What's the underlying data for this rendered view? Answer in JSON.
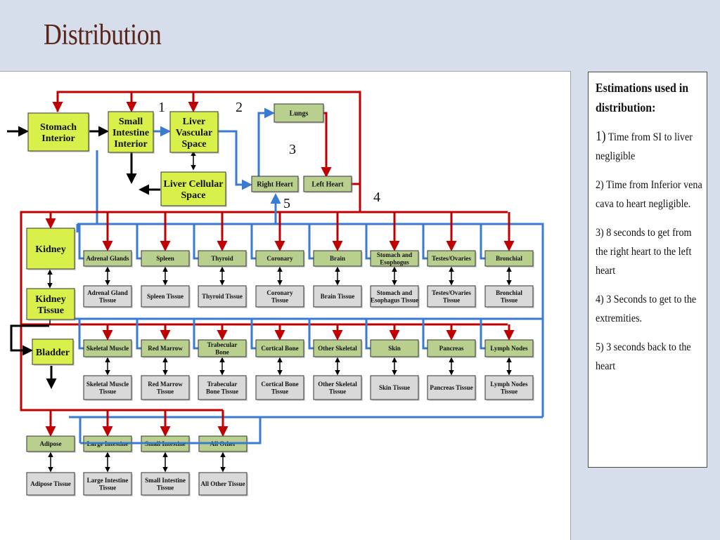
{
  "title": "Distribution",
  "notes": {
    "heading": "Estimations used in distribution:",
    "items": [
      {
        "num": "1)",
        "text": " Time from SI to liver negligible"
      },
      {
        "num": "2)",
        "text": " Time from Inferior vena cava to heart negligible."
      },
      {
        "num": "3)",
        "text": "  8 seconds to get from the right heart to the left heart"
      },
      {
        "num": "4)",
        "text": "  3 Seconds to get to the extremities."
      },
      {
        "num": "5)",
        "text": " 3 seconds back to the heart"
      }
    ]
  },
  "markers": [
    "1",
    "2",
    "3",
    "4",
    "5"
  ],
  "nodes": {
    "stomach_interior": [
      "Stomach",
      "Interior"
    ],
    "small_intestine_interior": [
      "Small",
      "Intestine",
      "Interior"
    ],
    "liver_vascular": [
      "Liver",
      "Vascular",
      "Space"
    ],
    "liver_cellular": [
      "Liver Cellular",
      "Space"
    ],
    "lungs": [
      "Lungs"
    ],
    "right_heart": [
      "Right Heart"
    ],
    "left_heart": [
      "Left Heart"
    ],
    "kidney": [
      "Kidney"
    ],
    "kidney_tissue": [
      "Kidney",
      "Tissue"
    ],
    "bladder": [
      "Bladder"
    ]
  },
  "row1": [
    {
      "organ": [
        "Adrenal Glands"
      ],
      "tissue": [
        "Adrenal Gland",
        "Tissue"
      ]
    },
    {
      "organ": [
        "Spleen"
      ],
      "tissue": [
        "Spleen Tissue"
      ]
    },
    {
      "organ": [
        "Thyroid"
      ],
      "tissue": [
        "Thyroid Tissue"
      ]
    },
    {
      "organ": [
        "Coronary"
      ],
      "tissue": [
        "Coronary",
        "Tissue"
      ]
    },
    {
      "organ": [
        "Brain"
      ],
      "tissue": [
        "Brain Tissue"
      ]
    },
    {
      "organ": [
        "Stomach and",
        "Esophogus"
      ],
      "tissue": [
        "Stomach and",
        "Esophagus Tissue"
      ]
    },
    {
      "organ": [
        "Testes/Ovaries"
      ],
      "tissue": [
        "Testes/Ovaries",
        "Tissue"
      ]
    },
    {
      "organ": [
        "Bronchial"
      ],
      "tissue": [
        "Bronchial",
        "Tissue"
      ]
    }
  ],
  "row2": [
    {
      "organ": [
        "Skeletal Muscle"
      ],
      "tissue": [
        "Skeletal Muscle",
        "Tissue"
      ]
    },
    {
      "organ": [
        "Red Marrow"
      ],
      "tissue": [
        "Red Marrow",
        "Tissue"
      ]
    },
    {
      "organ": [
        "Trabecular",
        "Bone"
      ],
      "tissue": [
        "Trabecular",
        "Bone Tissue"
      ]
    },
    {
      "organ": [
        "Cortical Bone"
      ],
      "tissue": [
        "Cortical Bone",
        "Tissue"
      ]
    },
    {
      "organ": [
        "Other Skeletal"
      ],
      "tissue": [
        "Other Skeletal",
        "Tissue"
      ]
    },
    {
      "organ": [
        "Skin"
      ],
      "tissue": [
        "Skin Tissue"
      ]
    },
    {
      "organ": [
        "Pancreas"
      ],
      "tissue": [
        "Pancreas Tissue"
      ]
    },
    {
      "organ": [
        "Lymph Nodes"
      ],
      "tissue": [
        "Lymph Nodes",
        "Tissue"
      ]
    }
  ],
  "row3": [
    {
      "organ": [
        "Adipose"
      ],
      "tissue": [
        "Adipose Tissue"
      ]
    },
    {
      "organ": [
        "Large Intestine"
      ],
      "tissue": [
        "Large Intestine",
        "Tissue"
      ]
    },
    {
      "organ": [
        "Small Intestine"
      ],
      "tissue": [
        "Small Intestine",
        "Tissue"
      ]
    },
    {
      "organ": [
        "All Other"
      ],
      "tissue": [
        "All Other Tissue"
      ]
    }
  ],
  "colors": {
    "title": "#5a2418",
    "artery": "#c00000",
    "vein": "#3a7ad0",
    "primary_box": "#d9f04a",
    "organ_box": "#b9cf8e",
    "tissue_box": "#d9d9d9",
    "border": "#333333"
  }
}
